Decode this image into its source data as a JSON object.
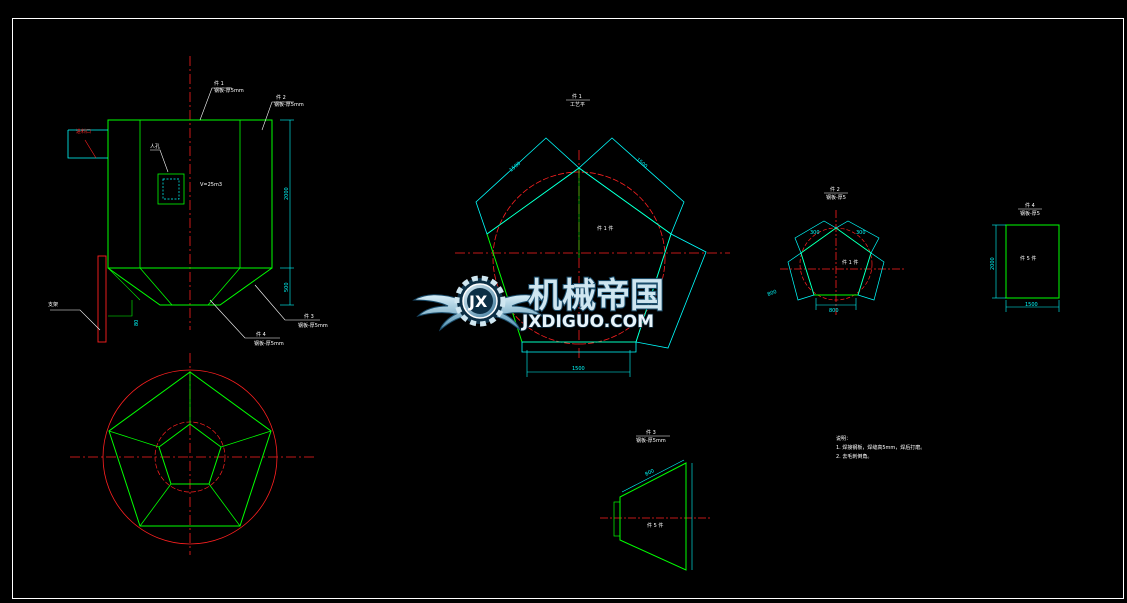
{
  "drawing": {
    "background": "#000000",
    "colors": {
      "frame": "#ffffff",
      "outline": "#00ff00",
      "dimension": "#00ffff",
      "centerline": "#ff2020",
      "text": "#ffffff"
    }
  },
  "elevation": {
    "part1_label": "件 1",
    "part1_note": "钢板-厚5mm",
    "part2_label": "件 2",
    "part2_note": "钢板-厚5mm",
    "part3_label": "件 3",
    "part3_note": "钢板-厚5mm",
    "part4_label": "件 4",
    "part4_note": "钢板-厚5mm",
    "inlet_label": "进料口",
    "manhole_label": "人孔",
    "capacity_label": "V=25m3",
    "support_note": "支架",
    "dim_height": "2000",
    "dim_cone": "500",
    "dim_left": "80"
  },
  "part1_view": {
    "title": "件 1",
    "subtitle": "工艺平",
    "center_label": "件 1 件",
    "dim_side1": "1500",
    "dim_side2": "1500",
    "dim_bottom": "1500"
  },
  "part2_view": {
    "title": "件 2",
    "subtitle": "钢板-厚5",
    "center_label": "件 1 件",
    "dim_a": "300",
    "dim_b": "300",
    "dim_bottom": "800",
    "dim_left": "800"
  },
  "part4_view": {
    "title": "件 4",
    "subtitle": "钢板-厚5",
    "center_label": "件 5 件",
    "dim_height": "2000",
    "dim_width": "1500"
  },
  "part3_view": {
    "title": "件 3",
    "subtitle": "钢板-厚5mm",
    "center_label": "件 5 件",
    "dim_top": "800"
  },
  "notes": {
    "heading": "说明：",
    "line1": "1. 焊接钢板，焊缝高5mm，焊后打磨。",
    "line2": "2. 去毛刺倒角。"
  },
  "watermark": {
    "mark": "JX",
    "name_cn": "机械帝国",
    "name_en": "JXDIGUO.COM"
  }
}
